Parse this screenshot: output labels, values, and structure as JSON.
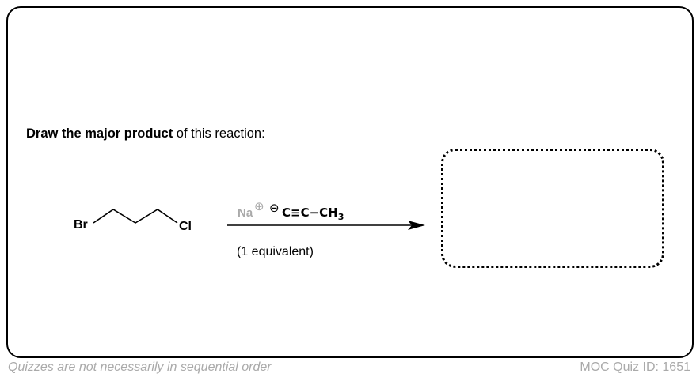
{
  "question": {
    "bold": "Draw the major product",
    "rest": " of this reaction:"
  },
  "reaction": {
    "reactant_left": "Br",
    "reactant_right": "Cl",
    "counterion": "Na",
    "plus_charge": "⊕",
    "minus_charge": "⊖",
    "reagent": "C≡C−CH",
    "reagent_subscript": "3",
    "condition": "(1 equivalent)"
  },
  "answer_box": {
    "state": "empty"
  },
  "footer": {
    "note": "Quizzes are not necessarily in sequential order",
    "quiz_id": "MOC Quiz ID: 1651"
  }
}
